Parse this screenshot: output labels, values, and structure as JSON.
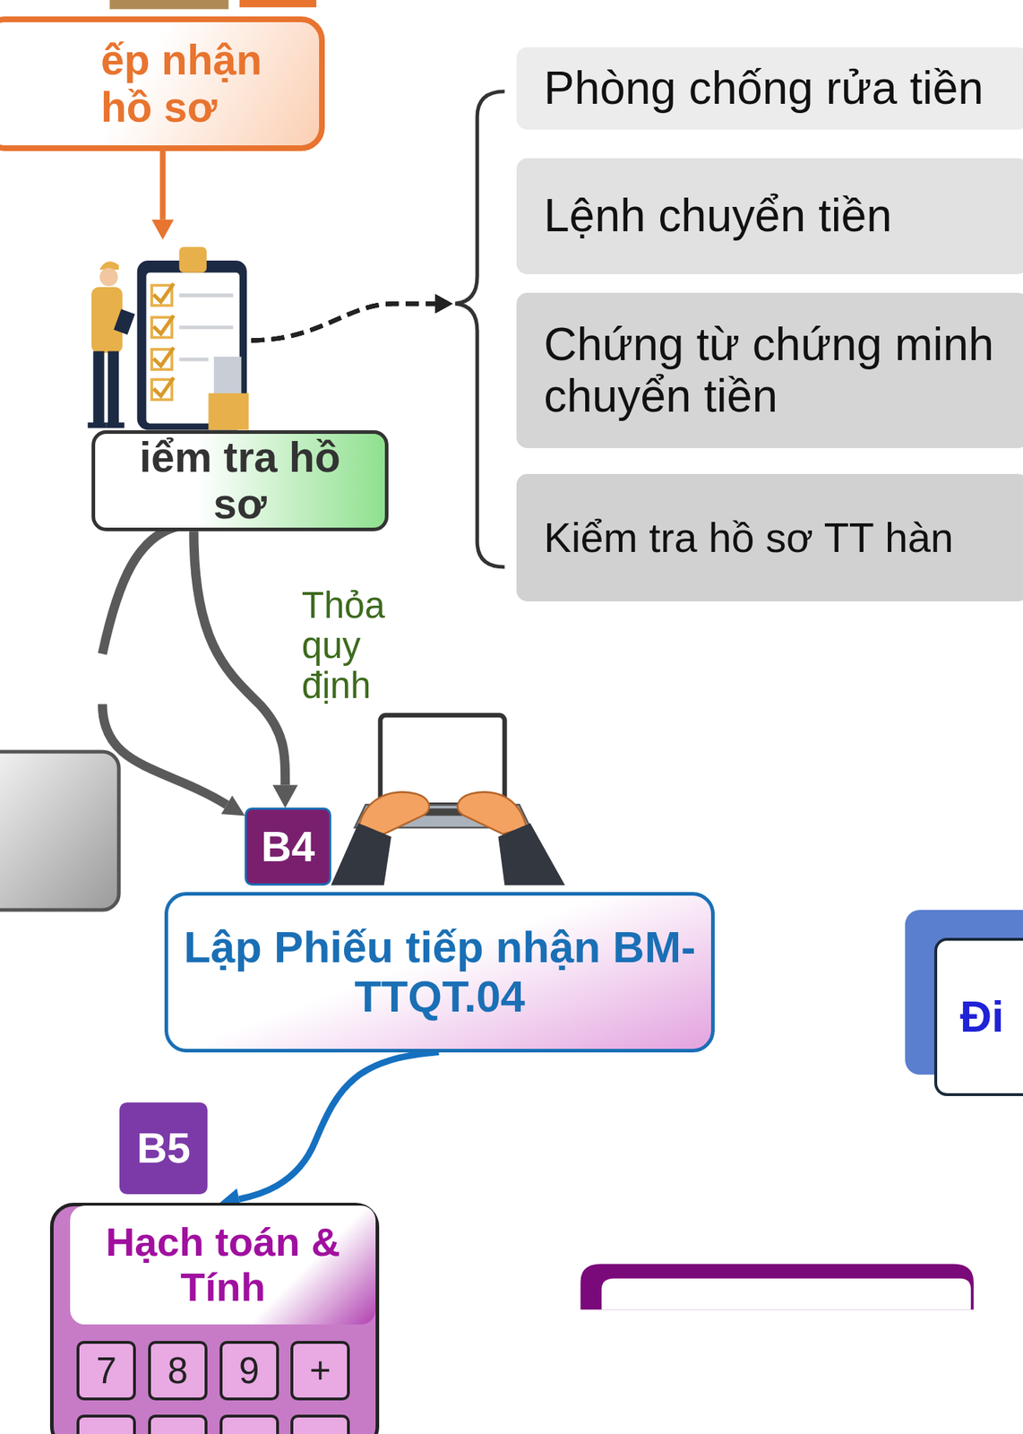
{
  "diagram": {
    "nodes": [
      {
        "text": [
          "ếp nhận hồ sơ"
        ]
      },
      {
        "text": [
          "iểm tra hồ sơ"
        ]
      },
      {
        "text": [
          "Phòng chống rửa tiền"
        ]
      },
      {
        "text": [
          "Lệnh chuyển tiền"
        ]
      },
      {
        "text": [
          "Chứng từ chứng minh chuyển tiền"
        ]
      },
      {
        "text": [
          "Kiểm tra hồ sơ TT hàn"
        ]
      },
      {
        "text": [
          "B4"
        ]
      },
      {
        "text": [
          "Lập Phiếu tiếp nhận BM-TTQT.04"
        ]
      },
      {
        "text": [
          "B5"
        ]
      },
      {
        "text": [
          "Hạch toán & Tính"
        ]
      },
      {
        "text": [
          "7"
        ],
        "in": 9
      },
      {
        "text": [
          "8"
        ],
        "in": 9
      },
      {
        "text": [
          "9"
        ],
        "in": 9
      },
      {
        "text": [
          "+"
        ],
        "in": 9
      },
      {
        "text": [
          "Đi"
        ]
      }
    ],
    "edges": [
      {
        "from": 0,
        "to": 1,
        "arrow": "to"
      },
      {
        "from": 1,
        "to": 2,
        "arrow": "to"
      },
      {
        "from": 1,
        "to": 3,
        "arrow": "to"
      },
      {
        "from": 1,
        "to": 4,
        "arrow": "to"
      },
      {
        "from": 1,
        "to": 5,
        "arrow": "to"
      },
      {
        "from": 1,
        "to": 6,
        "label": "Thỏa quy định",
        "arrow": "to"
      },
      {
        "from": 7,
        "to": 9,
        "arrow": "to"
      }
    ]
  }
}
